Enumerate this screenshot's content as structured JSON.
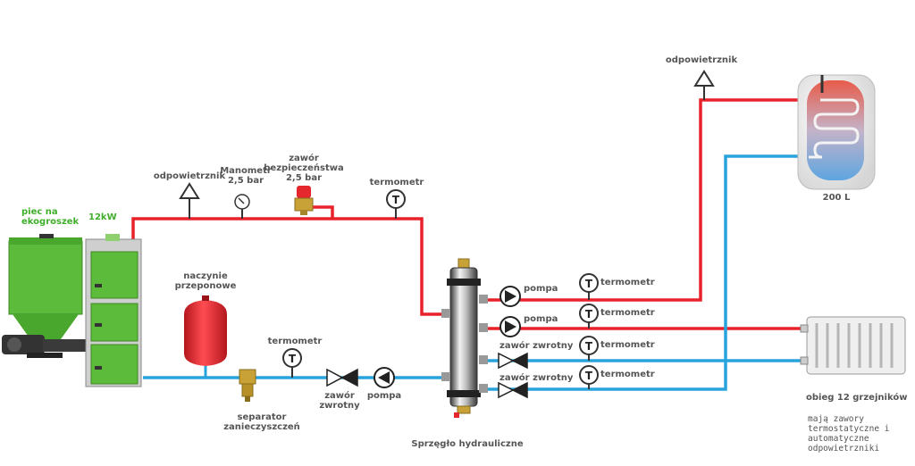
{
  "labels": {
    "boiler_name": "piec na\nekogroszek",
    "boiler_power": "12kW",
    "vent_left": "odpowietrznik",
    "manometer": "Manometr\n2,5 bar",
    "safety_valve": "zawór\nbezpieczeństwa\n2,5 bar",
    "thermometer_top": "termometr",
    "expansion_vessel": "naczynie\nprzeponowe",
    "thermometer_bottom": "termometr",
    "separator": "separator\nzanieczyszczeń",
    "check_valve_bottom": "zawór\nzwrotny",
    "pump_bottom": "pompa",
    "hydraulic_coupling": "Sprzęgło hydrauliczne",
    "pump_1": "pompa",
    "pump_2": "pompa",
    "check_valve_1": "zawór zwrotny",
    "check_valve_2": "zawór zwrotny",
    "thermometer_r1": "termometr",
    "thermometer_r2": "termometr",
    "thermometer_r3": "termometr",
    "thermometer_r4": "termometr",
    "vent_right": "odpowietrznik",
    "tank_capacity": "200 L",
    "radiators": "obieg 12 grzejników",
    "radiator_note": "mają zawory\ntermostatyczne i\nautomatyczne\nodpowietrzniki"
  },
  "icons": {
    "thermometer_symbol": "T"
  },
  "colors": {
    "supply_pipe": "#e8212a",
    "return_pipe": "#29a3dc",
    "boiler_green": "#5dbb3c",
    "vessel_red": "#e3272d",
    "label_gray": "#555555",
    "label_green": "#3fae2a"
  }
}
